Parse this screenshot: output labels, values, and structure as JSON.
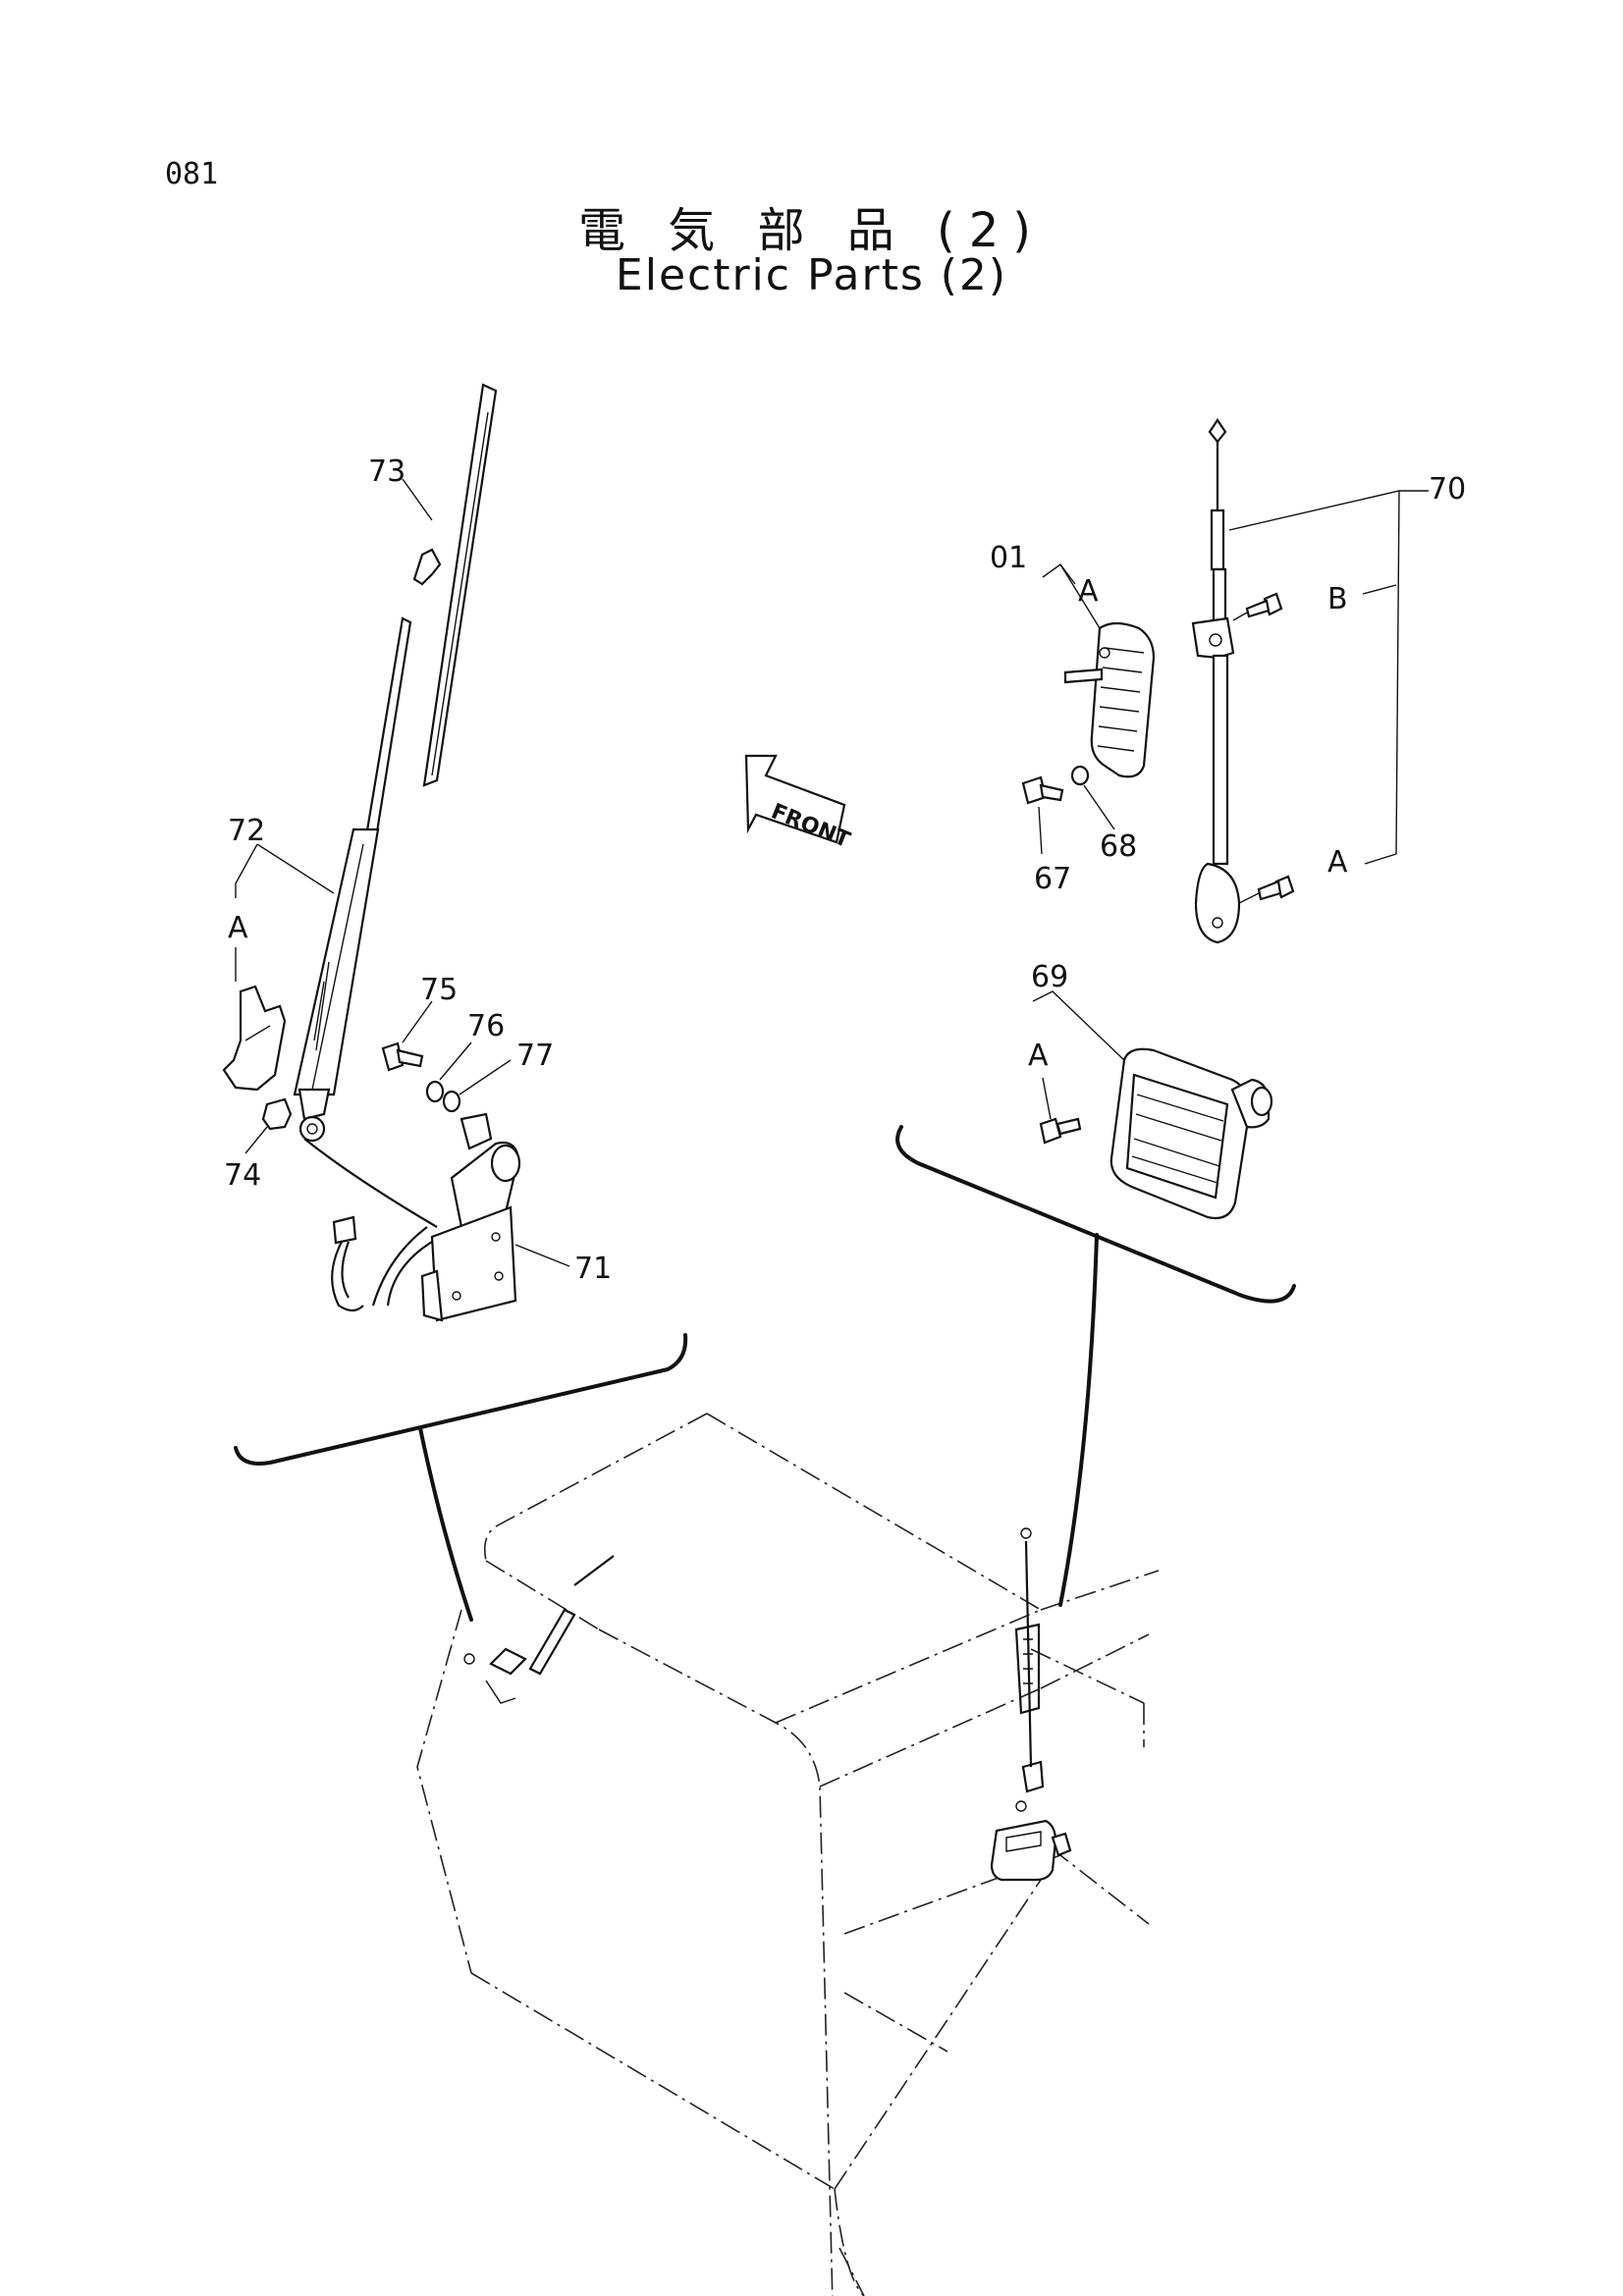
{
  "page_number": "081",
  "title_jp": "電 気 部 品 (2)",
  "title_en": "Electric Parts (2)",
  "callouts": {
    "c01": "01",
    "c67": "67",
    "c68": "68",
    "c69": "69",
    "c70": "70",
    "c71": "71",
    "c72": "72",
    "c73": "73",
    "c74": "74",
    "c75": "75",
    "c76": "76",
    "c77": "77"
  },
  "sub_labels": {
    "a_72": "A",
    "a_01": "A",
    "a_69": "A",
    "a_70": "A",
    "b_70": "B"
  },
  "direction_marker": "FRONT"
}
